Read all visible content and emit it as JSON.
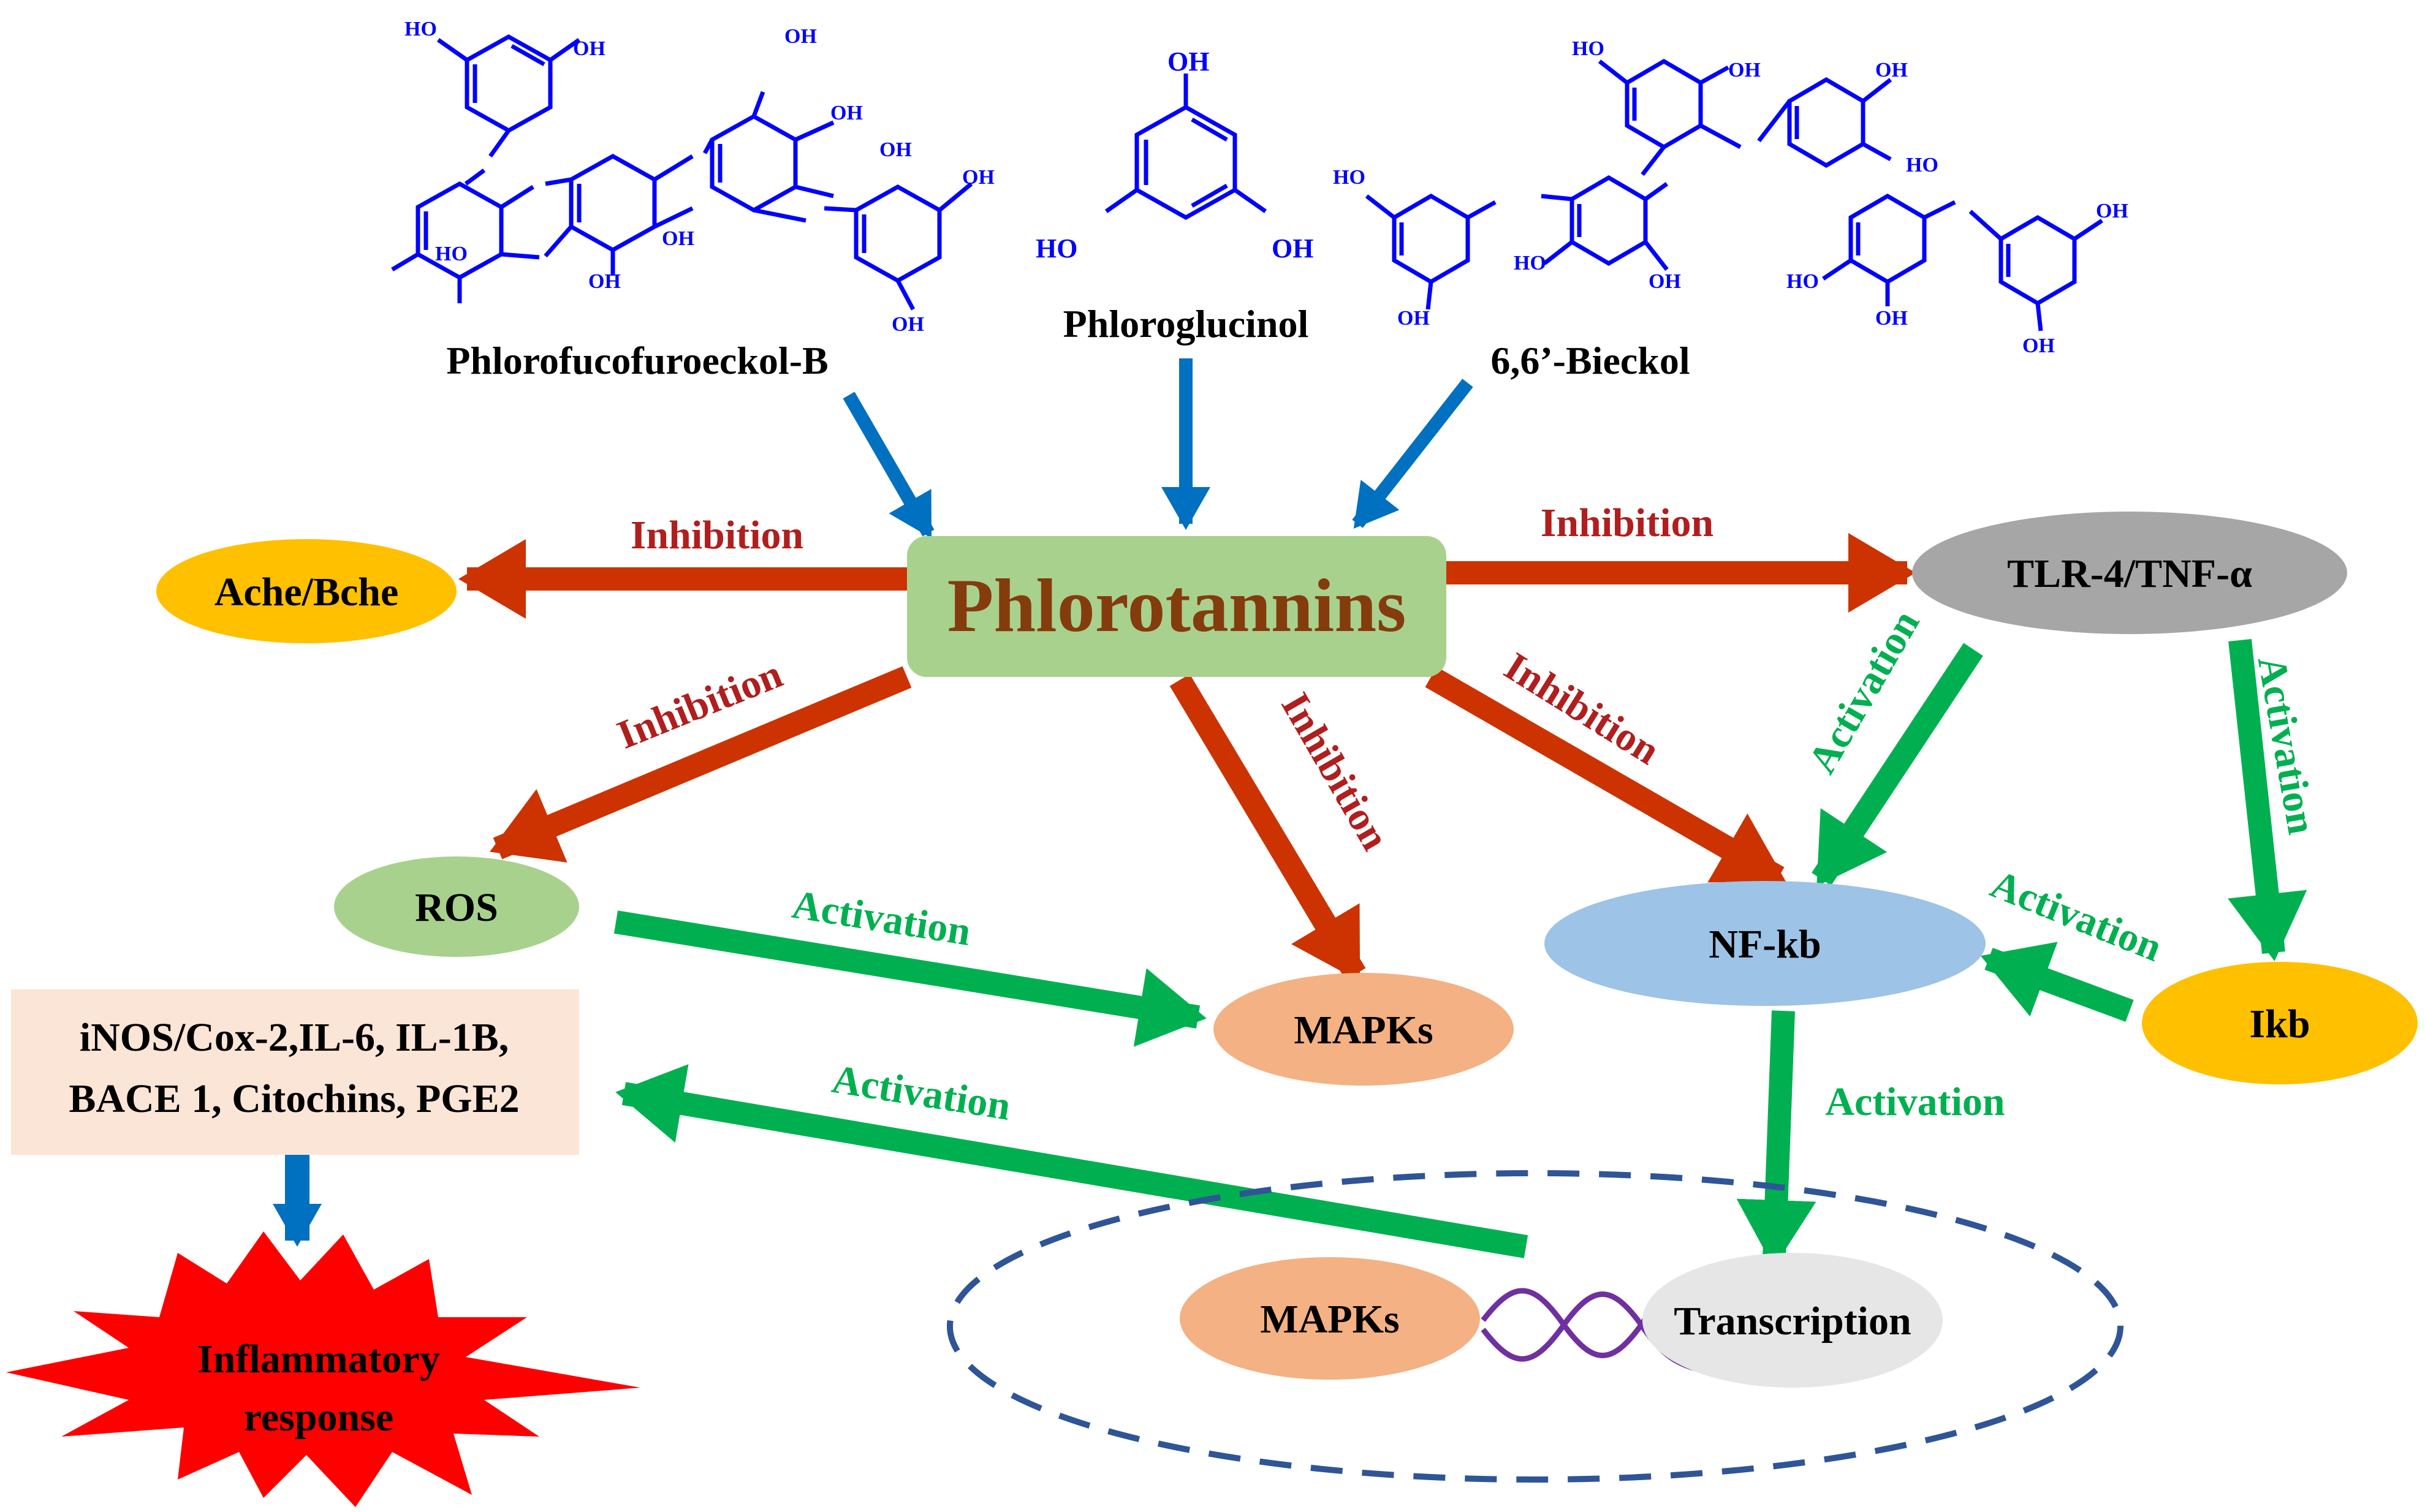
{
  "compounds": {
    "phlorofucofuroeckol": {
      "name": "Phlorofucofuroeckol-B",
      "hydroxyl_label": "OH",
      "hydroxyl_label_left": "HO"
    },
    "phloroglucinol": {
      "name": "Phloroglucinol",
      "hydroxyl_label": "OH",
      "hydroxyl_label_left": "HO"
    },
    "bieckol": {
      "name": "6,6’-Bieckol",
      "hydroxyl_label": "OH",
      "hydroxyl_label_left": "HO"
    }
  },
  "nodes": {
    "phlorotannins": "Phlorotannins",
    "ache_bche": "Ache/Bche",
    "tlr4_tnf": "TLR-4/TNF-α",
    "ros": "ROS",
    "mapks_mid": "MAPKs",
    "nf_kb": "NF-kb",
    "ikb": "Ikb",
    "mediators_line1": "iNOS/Cox-2,IL-6, IL-1B,",
    "mediators_line2": "BACE 1, Citochins, PGE2",
    "inflammatory_line1": "Inflammatory",
    "inflammatory_line2": "response",
    "mapks_nucleus": "MAPKs",
    "transcription": "Transcription"
  },
  "edge_labels": {
    "inhibition_ache": "Inhibition",
    "inhibition_tlr": "Inhibition",
    "inhibition_ros": "Inhibition",
    "inhibition_mapks": "Inhibition",
    "inhibition_nfkb": "Inhibition",
    "activation_tlr_nfkb": "Activation",
    "activation_tlr_ikb": "Activation",
    "activation_ros_mapks": "Activation",
    "activation_ikb_nfkb": "Activation",
    "activation_nfkb_transcription": "Activation",
    "activation_nucleus_mediators": "Activation"
  },
  "colors": {
    "inhibition": "#cc3300",
    "inhibition_text": "#b01e1e",
    "activation": "#00b050",
    "compound_arrow": "#0070c0",
    "chem": "#0000ff",
    "phlorotannins_box": "#a9d18e",
    "phlorotannins_text": "#843c0c",
    "ache_fill": "#ffc000",
    "tlr_fill": "#a6a6a6",
    "ros_fill": "#a9d18e",
    "mapks_fill": "#f4b183",
    "nfkb_fill": "#9dc3e6",
    "ikb_fill": "#ffc000",
    "mediators_fill": "#fbe5d6",
    "burst_fill": "#ff0000",
    "transcription_fill": "#e7e6e6",
    "nucleus_border": "#2f5597",
    "dna": "#7030a0"
  }
}
